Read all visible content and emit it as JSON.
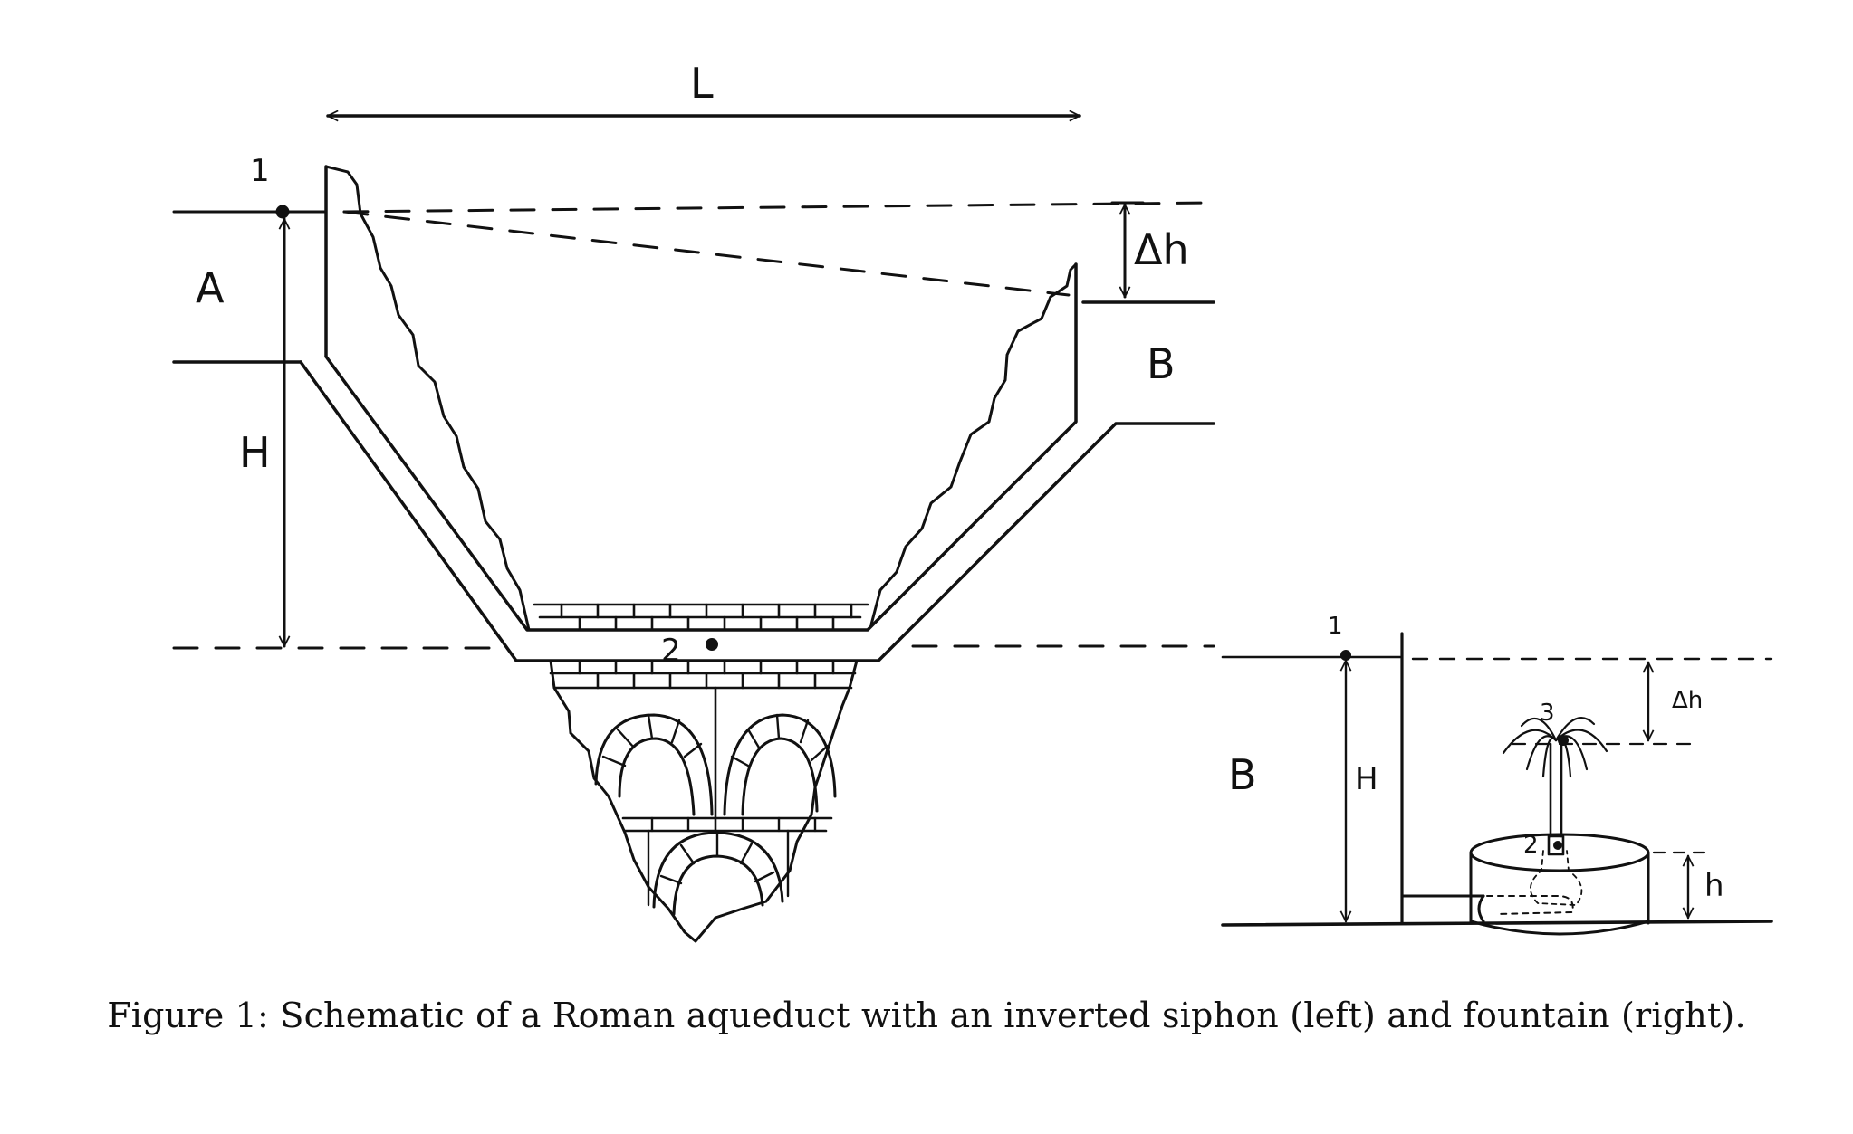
{
  "caption": "Figure 1: Schematic of a Roman aqueduct with an inverted siphon (left) and fountain (right).",
  "left_diagram": {
    "label_L": "L",
    "label_point1": "1",
    "label_A": "A",
    "label_H": "H",
    "label_dh": "Δh",
    "label_B": "B",
    "label_point2": "2"
  },
  "right_diagram": {
    "label_point1": "1",
    "label_B": "B",
    "label_H": "H",
    "label_dh": "Δh",
    "label_point3": "3",
    "label_point2": "2",
    "label_h": "h"
  }
}
